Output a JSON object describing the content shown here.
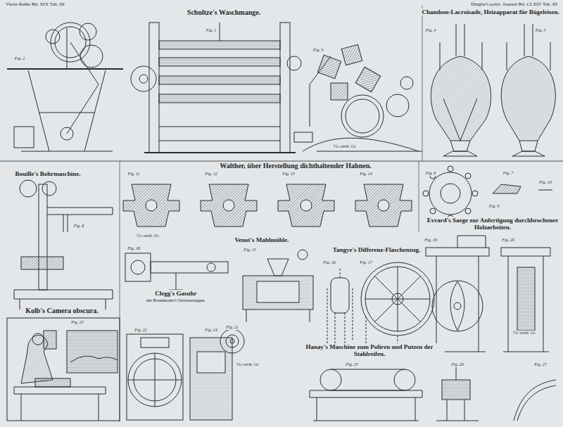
{
  "diagram": {
    "labels": [
      "Vierte Reihe Bd. XIX Tab. III",
      "Dingler's polyt. Journal Bd. CLXIV Tab. III",
      "Schultze's Waschmange.",
      "Chambon-Lacroisade, Heizapparat für Bügeleisen.",
      "Walther, über Herstellung dichthaltender Hahnen.",
      "Bouille's Bohrmaschine.",
      "Evrard's Saege zur Anfertigung durchbrochener Holzarbeiten.",
      "Venot's Mahlmühle.",
      "Tangye's Differenz-Flaschenzug.",
      "Clegg's Gasuhr",
      "mit Brunnkreder's Verbesserungen.",
      "Kolb's Camera obscura.",
      "Hanay's Maschine zum Poliren und Putzen der Stahlreifen.",
      "Fig. 1",
      "Fig. 2",
      "Fig. 3",
      "Fig. 4",
      "Fig. 5",
      "Fig. 6",
      "Fig. 7",
      "Fig. 8",
      "Fig. 9",
      "Fig. 10",
      "Fig. 11",
      "Fig. 12",
      "Fig. 13",
      "Fig. 14",
      "Fig. 15",
      "Fig. 16",
      "Fig. 17",
      "Fig. 18",
      "Fig. 19",
      "Fig. 20",
      "Fig. 21",
      "Fig. 22",
      "Fig. 23",
      "Fig. 24",
      "Fig. 25",
      "Fig. 26",
      "Fig. 27",
      "⅒ wirkl. Gr.",
      "⅒ wirkl. Gr.",
      "⅒ wirkl. Gr.",
      "⅒ wirkl. Gr."
    ]
  }
}
